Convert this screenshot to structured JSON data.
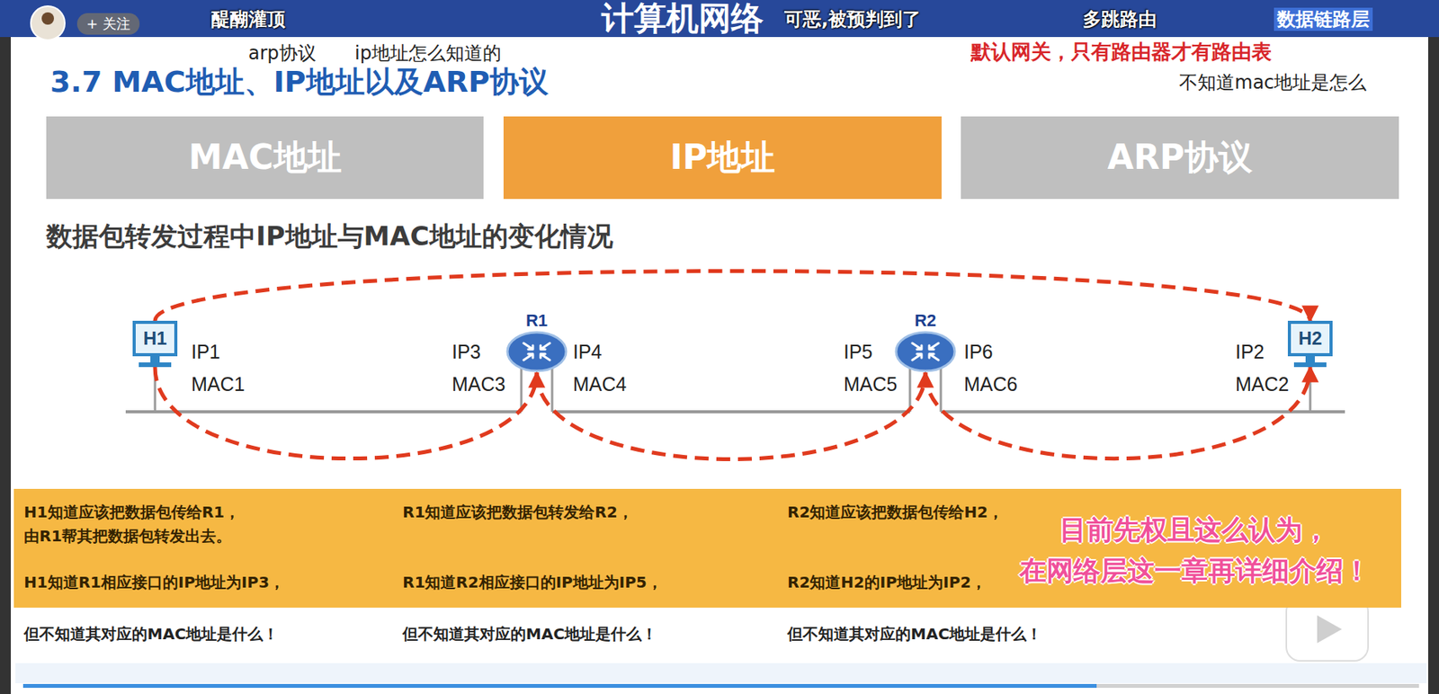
{
  "diagram": {
    "title": "3.7 MAC地址、IP地址以及ARP协议",
    "nodes": [
      {
        "text": [
          "MAC地址"
        ]
      },
      {
        "text": [
          "IP地址"
        ]
      },
      {
        "text": [
          "ARP协议"
        ]
      },
      {
        "text": [
          "H1"
        ]
      },
      {
        "text": [
          "R1"
        ]
      },
      {
        "text": [
          "R2"
        ]
      },
      {
        "text": [
          "H2"
        ]
      },
      {
        "text": [
          "H1知道应该把数据包传给R1， 由R1帮其把数据包转发出去。",
          "R1知道应该把数据包转发给R2，",
          "R2知道应该把数据包传给H2，",
          "H1知道R1相应接口的IP地址为IP3，",
          "R1知道R2相应接口的IP地址为IP5，",
          "R2知道H2的IP地址为IP2，",
          "目前先权且这么认为， 在网络层这一章再详细介绍！"
        ]
      }
    ],
    "edges": [
      {
        "from": 3,
        "to": 4,
        "arrow": "to"
      },
      {
        "from": 4,
        "to": 5,
        "arrow": "to"
      },
      {
        "from": 5,
        "to": 6,
        "arrow": "to"
      },
      {
        "from": 3,
        "to": 6,
        "arrow": "to"
      }
    ],
    "labels": [
      "计算机网络",
      "+ 关注",
      "醍醐灌顶",
      "可恶,被预判到了",
      "多跳路由",
      "数据链路层",
      "arp协议",
      "ip地址怎么知道的",
      "默认网关，只有路由器才有路由表",
      "不知道mac地址是怎么",
      "数据包转发过程中IP地址与MAC地址的变化情况",
      "IP1",
      "MAC1",
      "IP3",
      "MAC3",
      "IP4",
      "MAC4",
      "IP5",
      "MAC5",
      "IP6",
      "MAC6",
      "IP2",
      "MAC2",
      "但不知道其对应的MAC地址是什么！",
      "但不知道其对应的MAC地址是什么！",
      "但不知道其对应的MAC地址是什么！"
    ]
  }
}
